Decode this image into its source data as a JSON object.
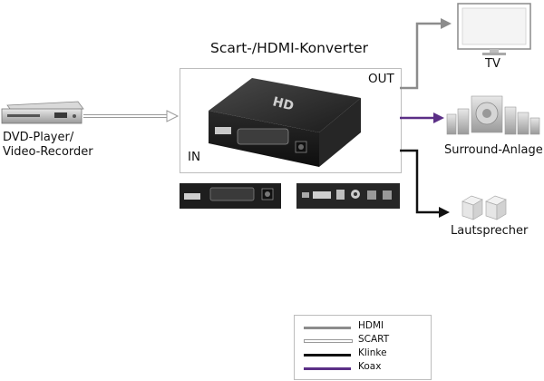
{
  "diagram": {
    "title": "Scart-/HDMI-Konverter",
    "out_label": "OUT",
    "in_label": "IN",
    "source_label_line1": "DVD-Player/",
    "source_label_line2": "Video-Recorder",
    "tv_label": "TV",
    "surround_label": "Surround-Anlage",
    "speaker_label": "Lautsprecher",
    "device_brand": "HD"
  },
  "legend": [
    {
      "label": "HDMI",
      "color": "#8c8c8c"
    },
    {
      "label": "SCART",
      "color": "#ffffff"
    },
    {
      "label": "Klinke",
      "color": "#111111"
    },
    {
      "label": "Koax",
      "color": "#5b2f86"
    }
  ],
  "colors": {
    "hdmi": "#8c8c8c",
    "scart": "#cfcfcf",
    "klinke": "#111111",
    "koax": "#5b2f86"
  }
}
